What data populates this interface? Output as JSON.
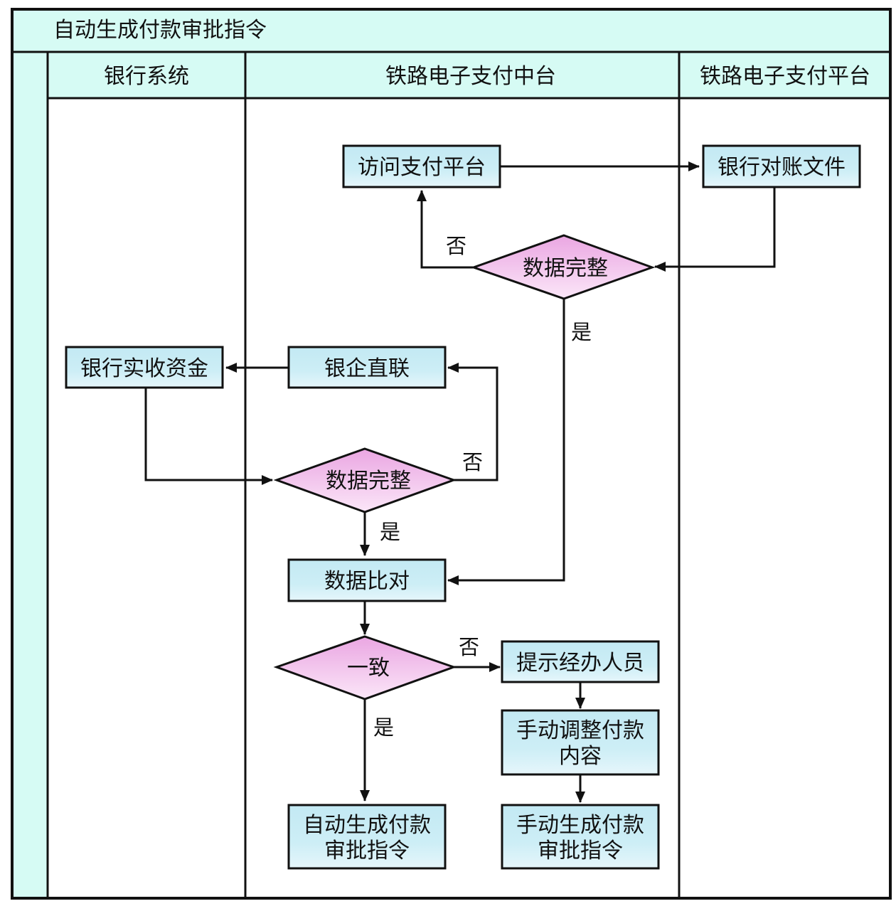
{
  "title": "自动生成付款审批指令",
  "lanes": [
    {
      "id": "bank",
      "label": "银行系统"
    },
    {
      "id": "middle",
      "label": "铁路电子支付中台"
    },
    {
      "id": "platform",
      "label": "铁路电子支付平台"
    }
  ],
  "colors": {
    "header_fill": "#d6fbf4",
    "process_fill_top": "#c3e9f3",
    "process_fill_bottom": "#e6f6fb",
    "decision_fill_top": "#eaa6e2",
    "decision_fill_bottom": "#fbe6f8",
    "stroke": "#111111"
  },
  "nodes": {
    "access_platform": {
      "type": "process",
      "lines": [
        "访问支付平台"
      ]
    },
    "bank_statement": {
      "type": "process",
      "lines": [
        "银行对账文件"
      ]
    },
    "check1": {
      "type": "decision",
      "lines": [
        "数据完整"
      ]
    },
    "bank_direct": {
      "type": "process",
      "lines": [
        "银企直联"
      ]
    },
    "bank_received": {
      "type": "process",
      "lines": [
        "银行实收资金"
      ]
    },
    "check2": {
      "type": "decision",
      "lines": [
        "数据完整"
      ]
    },
    "compare": {
      "type": "process",
      "lines": [
        "数据比对"
      ]
    },
    "consistent": {
      "type": "decision",
      "lines": [
        "一致"
      ]
    },
    "notify": {
      "type": "process",
      "lines": [
        "提示经办人员"
      ]
    },
    "manual_adjust": {
      "type": "process",
      "lines": [
        "手动调整付款",
        "内容"
      ]
    },
    "auto_gen": {
      "type": "process",
      "lines": [
        "自动生成付款",
        "审批指令"
      ]
    },
    "manual_gen": {
      "type": "process",
      "lines": [
        "手动生成付款",
        "审批指令"
      ]
    }
  },
  "edge_labels": {
    "no": "否",
    "yes": "是"
  },
  "edges": [
    {
      "from": "access_platform",
      "to": "bank_statement",
      "label": ""
    },
    {
      "from": "bank_statement",
      "to": "check1",
      "label": ""
    },
    {
      "from": "check1",
      "to": "access_platform",
      "label": "否"
    },
    {
      "from": "check1",
      "to": "compare",
      "label": "是"
    },
    {
      "from": "bank_direct",
      "to": "bank_received",
      "label": ""
    },
    {
      "from": "bank_received",
      "to": "check2",
      "label": ""
    },
    {
      "from": "check2",
      "to": "bank_direct",
      "label": "否"
    },
    {
      "from": "check2",
      "to": "compare",
      "label": "是"
    },
    {
      "from": "compare",
      "to": "consistent",
      "label": ""
    },
    {
      "from": "consistent",
      "to": "notify",
      "label": "否"
    },
    {
      "from": "consistent",
      "to": "auto_gen",
      "label": "是"
    },
    {
      "from": "notify",
      "to": "manual_adjust",
      "label": ""
    },
    {
      "from": "manual_adjust",
      "to": "manual_gen",
      "label": ""
    }
  ]
}
